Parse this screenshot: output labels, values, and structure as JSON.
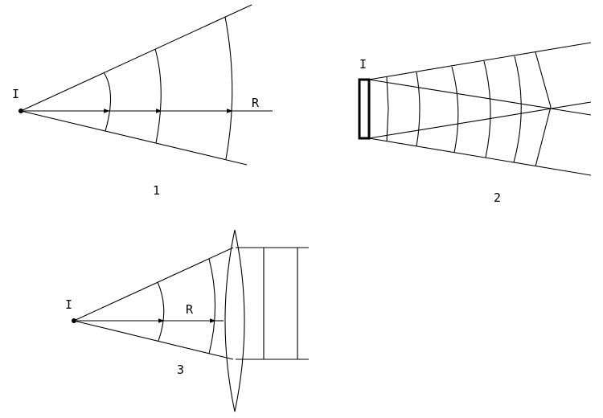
{
  "figure1": {
    "source_label": "I",
    "ray_label": "R",
    "caption": "1"
  },
  "figure2": {
    "source_label": "I",
    "caption": "2"
  },
  "figure3": {
    "source_label": "I",
    "ray_label": "R",
    "caption": "3"
  },
  "colors": {
    "ink": "#000000",
    "background": "#ffffff"
  }
}
